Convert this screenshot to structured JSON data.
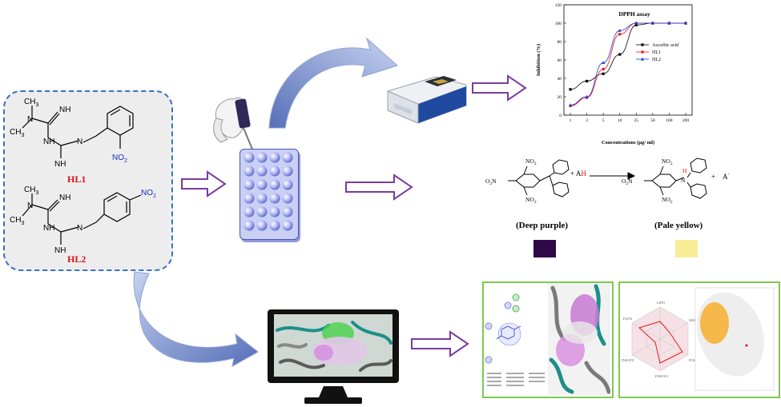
{
  "compounds": {
    "hl1": {
      "label": "HL1",
      "substituent": "NO",
      "substituent_sub": "2"
    },
    "hl2": {
      "label": "HL2",
      "substituent": "NO",
      "substituent_sub": "2"
    },
    "atoms": {
      "ch3": "CH",
      "ch3_sub": "3",
      "n": "N",
      "nh": "NH"
    }
  },
  "chart_data": {
    "type": "line",
    "title": "DPPH assay",
    "xlabel": "Concentrations (µg/ ml)",
    "ylabel": "Inhibition (%)",
    "categories": [
      "1",
      "2",
      "5",
      "10",
      "25",
      "50",
      "100",
      "200"
    ],
    "ylim": [
      0,
      120
    ],
    "yticks": [
      0,
      20,
      40,
      60,
      80,
      100,
      120
    ],
    "legend_position": "right",
    "series": [
      {
        "name": "Ascorbic acid",
        "color": "#000000",
        "marker": "square",
        "values": [
          28,
          37,
          45,
          66,
          98,
          100,
          100,
          100
        ]
      },
      {
        "name": "HL1",
        "color": "#e8141b",
        "marker": "circle",
        "values": [
          10,
          19,
          50,
          88,
          100,
          100,
          100,
          100
        ]
      },
      {
        "name": "HL2",
        "color": "#1f3ad6",
        "marker": "triangle",
        "values": [
          11,
          20,
          57,
          92,
          100,
          100,
          100,
          100
        ]
      }
    ]
  },
  "reaction": {
    "nitro": "NO",
    "nitro_sub": "2",
    "o2n": "O",
    "o2n_sub": "2",
    "o2n_tail": "N",
    "plus_ah": "+ A",
    "h_letter": "H",
    "a_minus": "A",
    "minus": "-",
    "plus2": "+",
    "nh_h": "H",
    "n": "N"
  },
  "colors_section": {
    "deep_purple_label": "(Deep purple)",
    "pale_yellow_label": "(Pale yellow)",
    "deep_purple_color": "#2e0a48",
    "pale_yellow_color": "#f8ed97"
  },
  "admet": {
    "radar_labels": {
      "lipo": "LIPO",
      "size": "SIZE",
      "polar": "POLAR",
      "insolu": "INSOLU",
      "insatu": "INSATU",
      "flex": "FLEX"
    }
  },
  "palette": {
    "arrow_outline": "#7a3aa3",
    "dashed_box": "#3a6fc8",
    "panel_border": "#7ec850",
    "curve_arrow": "#6f86c4",
    "plate": "#a9b4f0"
  }
}
